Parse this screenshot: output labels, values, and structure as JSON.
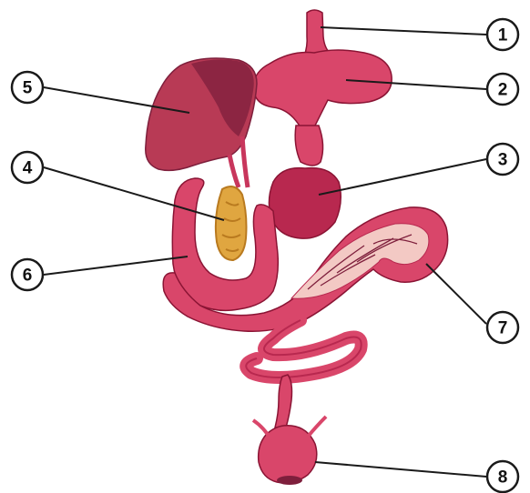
{
  "colors": {
    "organ_main": "#d9466a",
    "organ_dark": "#b8284f",
    "organ_light": "#f07a97",
    "liver": "#b83a55",
    "liver_dark": "#7e1f3c",
    "pancreas": "#e0a640",
    "pancreas_dark": "#b97a1f",
    "inner_fold": "#f3c9c4",
    "outline": "#8a1434",
    "callout": "#1a1a1a",
    "background": "#ffffff"
  },
  "callouts": [
    {
      "id": "1",
      "label": "1"
    },
    {
      "id": "2",
      "label": "2"
    },
    {
      "id": "3",
      "label": "3"
    },
    {
      "id": "4",
      "label": "4"
    },
    {
      "id": "5",
      "label": "5"
    },
    {
      "id": "6",
      "label": "6"
    },
    {
      "id": "7",
      "label": "7"
    },
    {
      "id": "8",
      "label": "8"
    }
  ]
}
